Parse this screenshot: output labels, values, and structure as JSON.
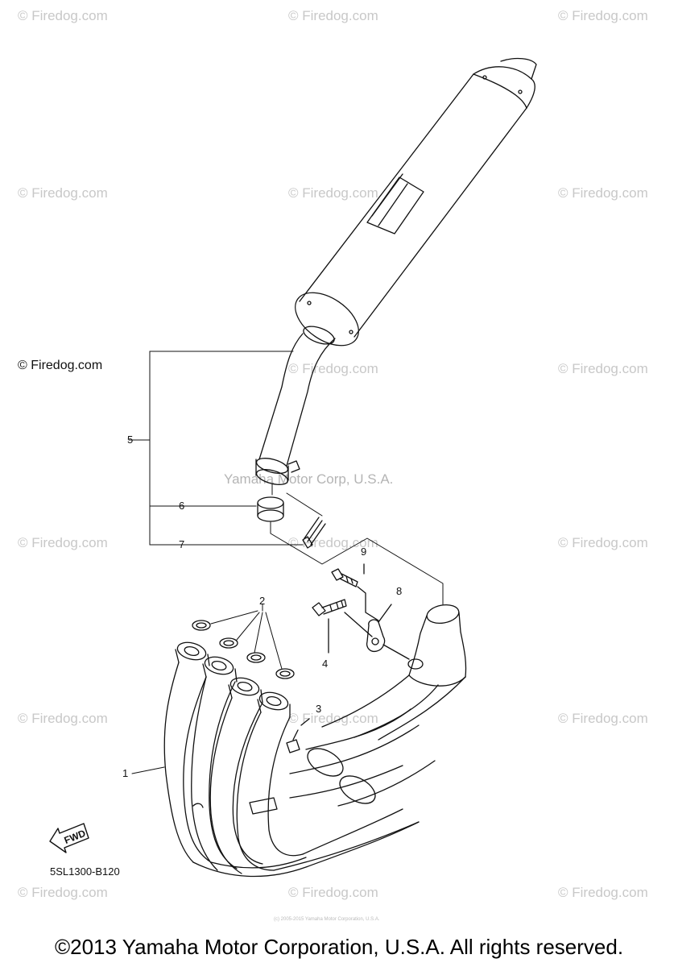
{
  "watermark": {
    "text": "© Firedog.com",
    "prominent_text": "© Firedog.com",
    "center_text": "Yamaha Motor Corp, U.S.A.",
    "tiny_text": "(c) 2005-2015 Yamaha Motor Corporation, U.S.A."
  },
  "callouts": {
    "c1": "1",
    "c2": "2",
    "c3": "3",
    "c4": "4",
    "c5": "5",
    "c6": "6",
    "c7": "7",
    "c8": "8",
    "c9": "9"
  },
  "fwd_label": "FWD",
  "diagram_code": "5SL1300-B120",
  "copyright": "©2013 Yamaha Motor Corporation, U.S.A. All rights reserved.",
  "colors": {
    "line": "#111111",
    "watermark": "#c8c8c8"
  }
}
